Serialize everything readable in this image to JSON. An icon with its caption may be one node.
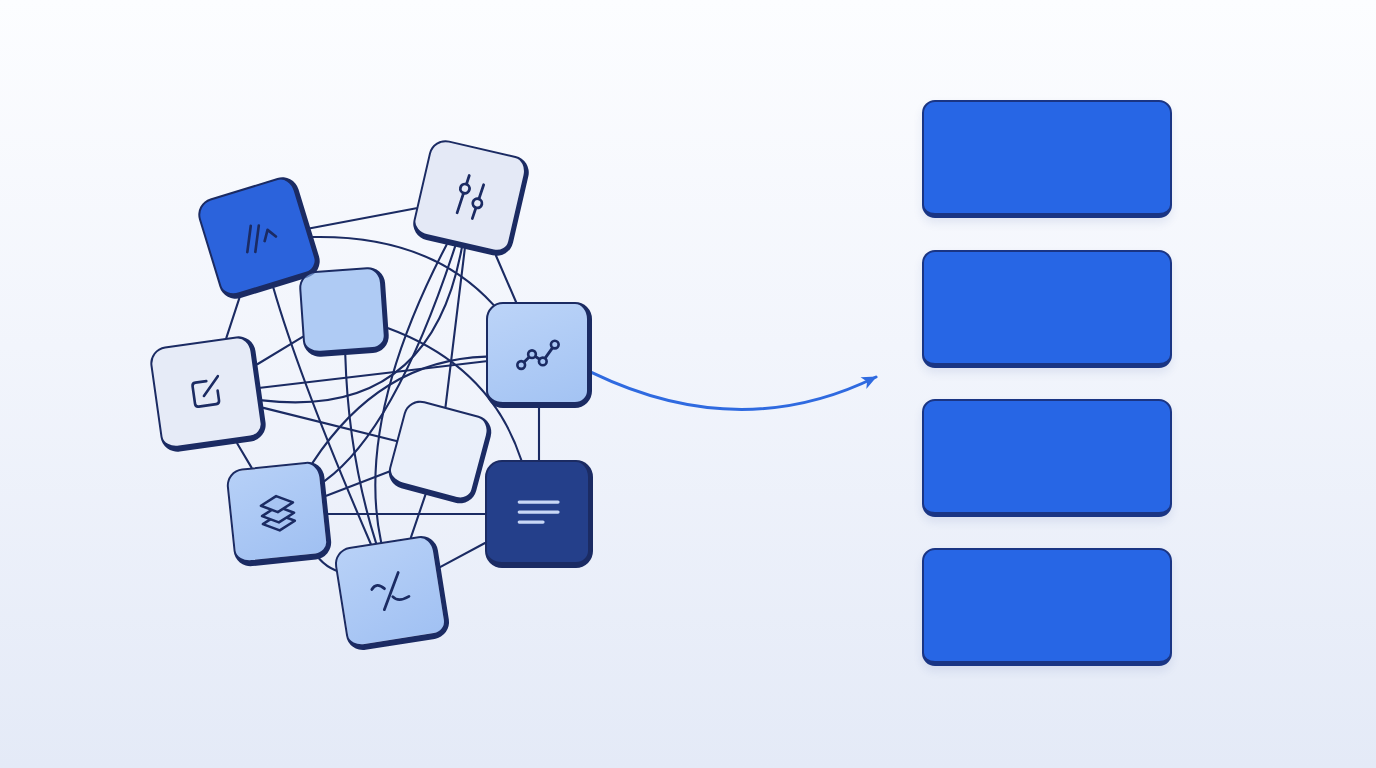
{
  "diagram": {
    "nodes": [
      {
        "text": [],
        "shape": "box"
      },
      {
        "text": [],
        "shape": "box"
      },
      {
        "text": [],
        "shape": "box"
      },
      {
        "text": [],
        "shape": "box"
      },
      {
        "text": [],
        "shape": "box"
      },
      {
        "text": [],
        "shape": "box"
      },
      {
        "text": [],
        "shape": "box"
      },
      {
        "text": [],
        "shape": "box"
      },
      {
        "text": [],
        "shape": "box"
      },
      {
        "text": [],
        "shape": "box"
      },
      {
        "text": [],
        "shape": "box"
      },
      {
        "text": [],
        "shape": "box"
      },
      {
        "text": [],
        "shape": "box"
      }
    ],
    "edges": [
      {
        "from": 0,
        "to": 1,
        "arrow": "none"
      },
      {
        "from": 0,
        "to": 4,
        "arrow": "none"
      },
      {
        "from": 0,
        "to": 3,
        "arrow": "none"
      },
      {
        "from": 0,
        "to": 8,
        "arrow": "none"
      },
      {
        "from": 1,
        "to": 3,
        "arrow": "none"
      },
      {
        "from": 1,
        "to": 6,
        "arrow": "none"
      },
      {
        "from": 1,
        "to": 8,
        "arrow": "none"
      },
      {
        "from": 1,
        "to": 5,
        "arrow": "none"
      },
      {
        "from": 1,
        "to": 4,
        "arrow": "none"
      },
      {
        "from": 2,
        "to": 8,
        "arrow": "none"
      },
      {
        "from": 2,
        "to": 7,
        "arrow": "none"
      },
      {
        "from": 3,
        "to": 4,
        "arrow": "none"
      },
      {
        "from": 3,
        "to": 2,
        "arrow": "none"
      },
      {
        "from": 3,
        "to": 5,
        "arrow": "none"
      },
      {
        "from": 3,
        "to": 6,
        "arrow": "none"
      },
      {
        "from": 6,
        "to": 4,
        "arrow": "none"
      },
      {
        "from": 6,
        "to": 5,
        "arrow": "none"
      },
      {
        "from": 6,
        "to": 7,
        "arrow": "none"
      },
      {
        "from": 6,
        "to": 8,
        "arrow": "none"
      },
      {
        "from": 8,
        "to": 7,
        "arrow": "none"
      },
      {
        "from": 4,
        "to": 7,
        "arrow": "none"
      },
      {
        "from": 8,
        "to": 5,
        "arrow": "none"
      },
      {
        "from": 4,
        "to": null,
        "arrow": "to",
        "color": "#2f6ae0"
      }
    ]
  }
}
